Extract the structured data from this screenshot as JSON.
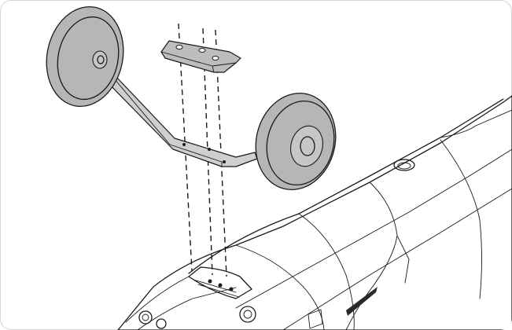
{
  "diagram": {
    "colors": {
      "outline": "#1a1a1a",
      "tire": "#b6b6b6",
      "hub": "#c6c6c6",
      "strut": "#cfcfcf",
      "plate": "#bdbdbd",
      "background": "#ffffff",
      "frame_border": "#d4d4d4"
    },
    "parts": [
      "left-wheel",
      "right-wheel",
      "landing-gear-strut",
      "mounting-plate",
      "fuselage",
      "alignment-guide-lines"
    ]
  }
}
